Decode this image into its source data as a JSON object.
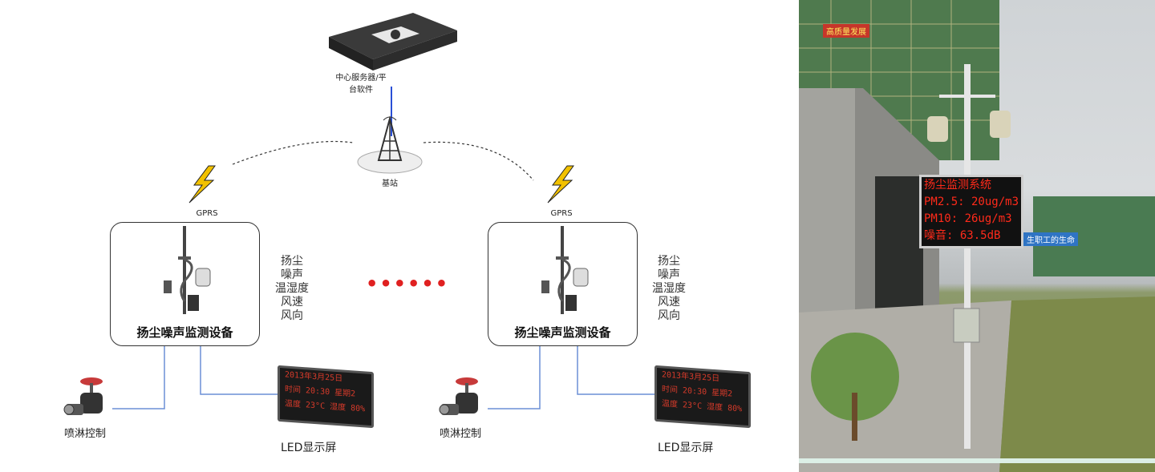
{
  "diagram": {
    "server_label_line1": "中心服务器/平",
    "server_label_line2": "台软件",
    "base_station_label": "基站",
    "gprs_left": "GPRS",
    "gprs_right": "GPRS",
    "device_title": "扬尘噪声监测设备",
    "params": [
      "扬尘",
      "噪声",
      "温湿度",
      "风速",
      "风向"
    ],
    "ellipsis": "••••••",
    "valve_label": "喷淋控制",
    "led_label": "LED显示屏",
    "led_rows": [
      "2013年3月25日",
      "时间 20:30 星期2",
      "温度 23°C 湿度 80%"
    ]
  },
  "photo": {
    "sign_lines": [
      "扬尘监测系统",
      "PM2.5: 20ug/m3",
      "PM10: 26ug/m3",
      "噪音: 63.5dB"
    ],
    "blue_banner": "生职工的生命",
    "red_banner": "高质量发展"
  }
}
